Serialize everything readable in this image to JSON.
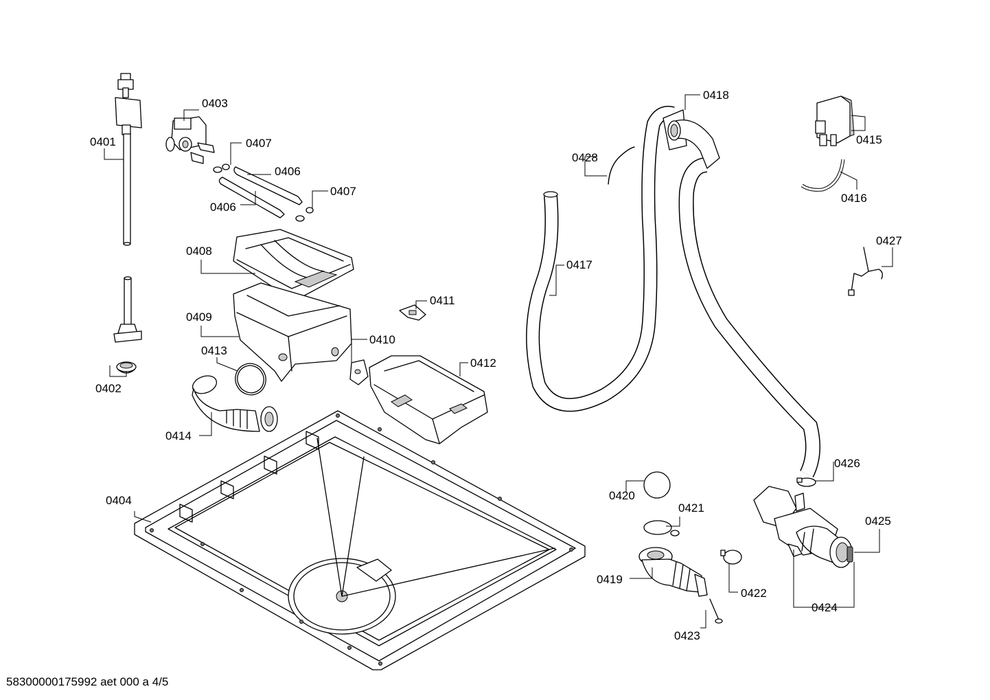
{
  "labels": {
    "p0401": "0401",
    "p0402": "0402",
    "p0403": "0403",
    "p0404": "0404",
    "p0406a": "0406",
    "p0406b": "0406",
    "p0407a": "0407",
    "p0407b": "0407",
    "p0408": "0408",
    "p0409": "0409",
    "p0410": "0410",
    "p0411": "0411",
    "p0412": "0412",
    "p0413": "0413",
    "p0414": "0414",
    "p0415": "0415",
    "p0416": "0416",
    "p0417": "0417",
    "p0418": "0418",
    "p0419": "0419",
    "p0420": "0420",
    "p0421": "0421",
    "p0422": "0422",
    "p0423": "0423",
    "p0424": "0424",
    "p0425": "0425",
    "p0426": "0426",
    "p0427": "0427",
    "p0428": "0428"
  },
  "footer": {
    "doc_code": "58300000175992 aet 000 a 4/5"
  }
}
